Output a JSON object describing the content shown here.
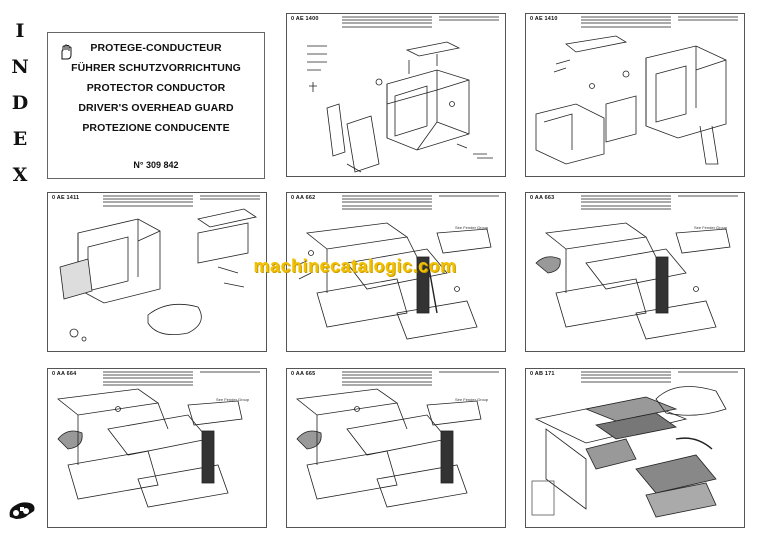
{
  "index_letters": [
    "I",
    "N",
    "D",
    "E",
    "X"
  ],
  "title_box": {
    "lines": [
      "PROTEGE-CONDUCTEUR",
      "FÜHRER SCHUTZVORRICHTUNG",
      "PROTECTOR CONDUCTOR",
      "DRIVER'S OVERHEAD GUARD",
      "PROTEZIONE CONDUCENTE"
    ],
    "number": "N° 309 842",
    "icon": "hand-icon"
  },
  "panels": [
    {
      "code": "0 AE 1400"
    },
    {
      "code": "0 AE 1410"
    },
    {
      "code": "0 AE 1411"
    },
    {
      "code": "0 AA 662"
    },
    {
      "code": "0 AA 663"
    },
    {
      "code": "0 AA 664"
    },
    {
      "code": "0 AA 665"
    },
    {
      "code": "0 AB 171"
    }
  ],
  "notes": {
    "see_fender_group": "See Fender Group"
  },
  "watermark": "machinecatalogic.com",
  "logo": "manufacturer-logo",
  "colors": {
    "watermark": "#f2c000",
    "line_art": "#222222",
    "frame": "#555555"
  }
}
